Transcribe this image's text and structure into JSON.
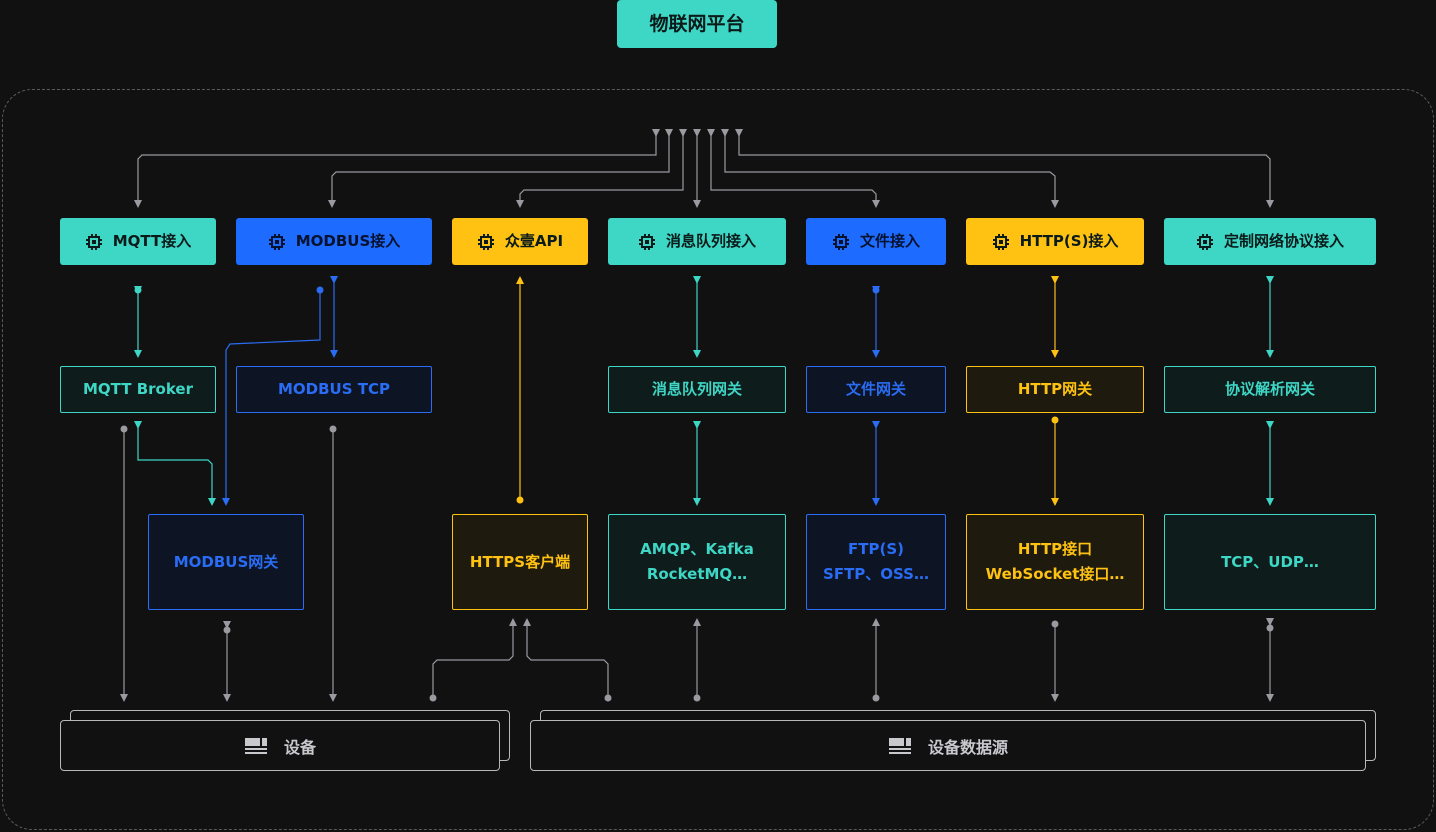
{
  "title": "物联网平台",
  "colors": {
    "teal": "#3ed6c5",
    "blue": "#2a6cf3",
    "yellow": "#ffc212",
    "gray": "#9a9aa0",
    "background": "#111112"
  },
  "icons": {
    "access": "chip-icon",
    "device": "device-icon"
  },
  "access": {
    "mqtt": "MQTT接入",
    "modbus": "MODBUS接入",
    "zhongyi_api": "众壹API",
    "mq": "消息队列接入",
    "file": "文件接入",
    "http": "HTTP(S)接入",
    "custom": "定制网络协议接入"
  },
  "gateways": {
    "mqtt_broker": "MQTT Broker",
    "modbus_tcp": "MODBUS TCP",
    "mq_gateway": "消息队列网关",
    "file_gateway": "文件网关",
    "http_gateway": "HTTP网关",
    "protocol_gateway": "协议解析网关"
  },
  "protocols": {
    "modbus_gateway": "MODBUS网关",
    "https_client": "HTTPS客户端",
    "mq_line1": "AMQP、Kafka",
    "mq_line2": "RocketMQ…",
    "file_line1": "FTP(S)",
    "file_line2": "SFTP、OSS…",
    "http_line1": "HTTP接口",
    "http_line2": "WebSocket接口…",
    "tcp_udp": "TCP、UDP…"
  },
  "sources": {
    "device": "设备",
    "device_data_source": "设备数据源"
  }
}
